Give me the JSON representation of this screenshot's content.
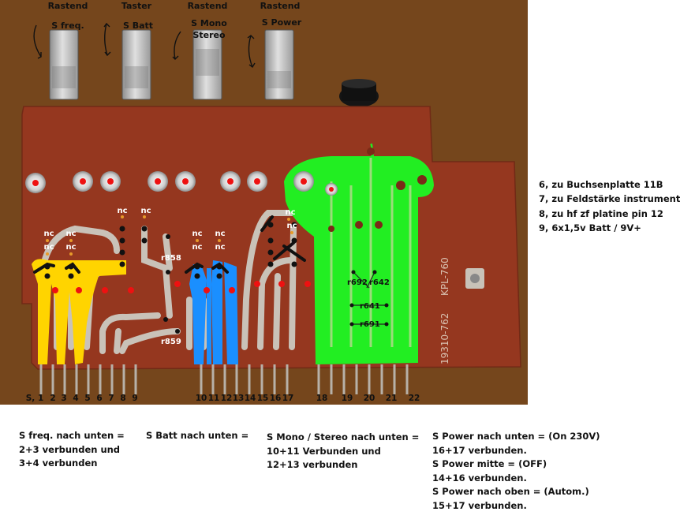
{
  "switches": [
    {
      "type": "Rastend",
      "name": "S freq."
    },
    {
      "type": "Taster",
      "name": "S Batt"
    },
    {
      "type": "Rastend",
      "name_line1": "S Mono",
      "name_line2": "Stereo"
    },
    {
      "type": "Rastend",
      "name": "S Power"
    }
  ],
  "board": {
    "model": "KPL-760",
    "serial": "19310-762",
    "nc": "nc",
    "resistors": [
      "r858",
      "r859",
      "r692",
      "r642",
      "r641",
      "r691"
    ]
  },
  "pins": [
    "S, 1",
    "2",
    "3",
    "4",
    "5",
    "6",
    "7",
    "8",
    "9",
    "10",
    "11",
    "12",
    "13",
    "14",
    "15",
    "16",
    "17",
    "18",
    "19",
    "20",
    "21",
    "22"
  ],
  "side_notes": [
    "6, zu Buchsenplatte 11B",
    "7, zu Feldstärke instrument",
    "8, zu hf zf platine pin 12",
    "9, 6x1,5v Batt / 9V+"
  ],
  "captions": {
    "s_freq": [
      "S freq. nach unten =",
      "2+3 verbunden und",
      "3+4 verbunden"
    ],
    "s_batt": [
      "S Batt nach unten ="
    ],
    "s_mono": [
      "S Mono / Stereo nach unten =",
      "10+11 Verbunden und",
      "12+13 verbunden"
    ],
    "s_power": [
      "S Power nach unten = (On 230V)",
      "16+17 verbunden.",
      "S Power mitte =  (OFF)",
      "14+16 verbunden.",
      "S Power nach oben =  (Autom.)",
      "15+17 verbunden."
    ]
  },
  "colors": {
    "board": "#9c3b22",
    "board_shade": "#7e2c17",
    "background": "#7a4a20",
    "trace": "#c9c2b8",
    "yellow": "#ffd400",
    "blue": "#1a8fff",
    "green": "#22ee22",
    "red_dot": "#ee1111"
  }
}
